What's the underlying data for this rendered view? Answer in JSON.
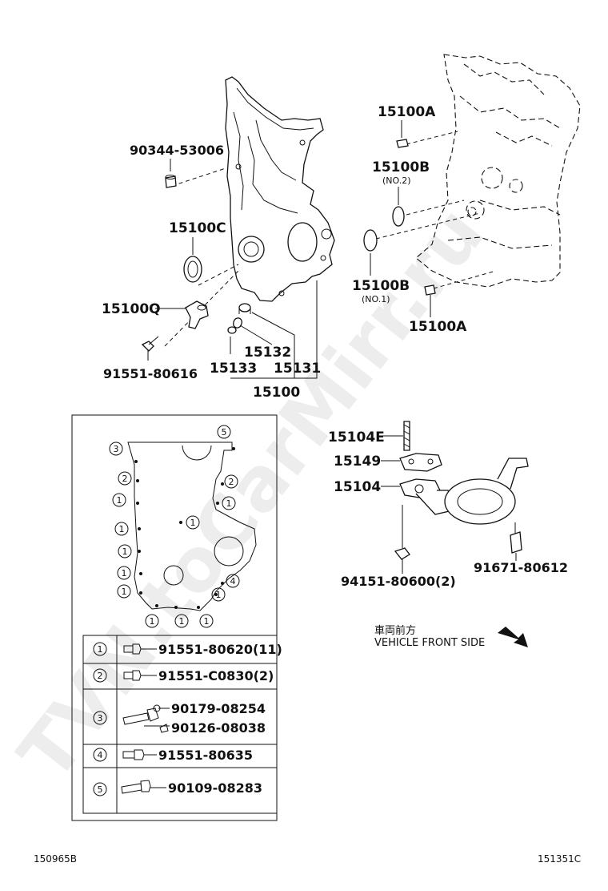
{
  "watermark": "TVN.toCarMirr.ru",
  "callouts": {
    "p90344": "90344-53006",
    "p15100A_top": "15100A",
    "p15100B": "15100B",
    "p15100B_note": "(NO.2)",
    "p15100C": "15100C",
    "p15100B_lower": "15100B",
    "p15100B_lower_note": "(NO.1)",
    "p15100Q": "15100Q",
    "p15100A_bottom": "15100A",
    "p15132": "15132",
    "p15133": "15133",
    "p15131": "15131",
    "p91551_80616": "91551-80616",
    "p15100": "15100",
    "p15104E": "15104E",
    "p15149": "15149",
    "p15104": "15104",
    "p94151": "94151-80600(2)",
    "p91671": "91671-80612"
  },
  "direction": {
    "japanese": "車両前方",
    "english": "VEHICLE FRONT SIDE"
  },
  "bolt_map": {
    "numbers_left": [
      "3",
      "2",
      "1",
      "1",
      "1",
      "1",
      "1"
    ],
    "numbers_right": [
      "5",
      "2",
      "1",
      "4",
      "1"
    ],
    "numbers_bottom": [
      "1",
      "1",
      "1"
    ],
    "number_center": "1"
  },
  "legend": [
    {
      "num": "1",
      "parts": [
        "91551-80620(11)"
      ]
    },
    {
      "num": "2",
      "parts": [
        "91551-C0830(2)"
      ]
    },
    {
      "num": "3",
      "parts": [
        "90179-08254",
        "90126-08038"
      ]
    },
    {
      "num": "4",
      "parts": [
        "91551-80635"
      ]
    },
    {
      "num": "5",
      "parts": [
        "90109-08283"
      ]
    }
  ],
  "footer": {
    "left_ref": "150965B",
    "right_ref": "151351C"
  },
  "icons": [
    "bolt-icon",
    "washer-icon",
    "arrow-icon"
  ]
}
